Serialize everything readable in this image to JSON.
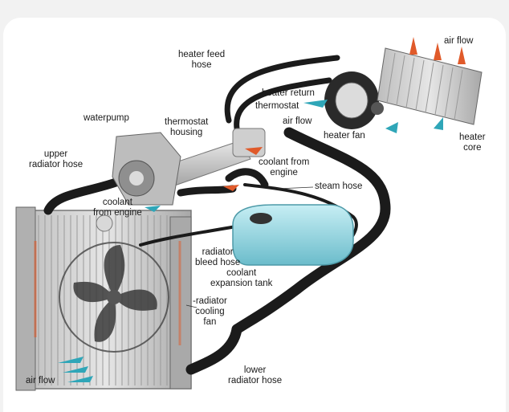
{
  "labels": {
    "air_flow_top": "air flow",
    "heater_feed_hose": "heater feed\nhose",
    "heater_return": "heater return",
    "thermostat": "thermostat",
    "air_flow_mid": "air flow",
    "heater_fan": "heater fan",
    "heater_core": "heater\ncore",
    "waterpump": "waterpump",
    "thermostat_housing": "thermostat\nhousing",
    "upper_radiator_hose": "upper\nradiator hose",
    "coolant_from_engine_right": "coolant from\nengine",
    "steam_hose": "steam hose",
    "coolant_from_engine_left": "coolant\nfrom engine",
    "radiator_bleed_hose": "radiator\nbleed hose",
    "coolant_expansion_tank": "coolant\nexpansion tank",
    "radiator_cooling_fan": "-radiator\ncooling\nfan",
    "lower_radiator_hose": "lower\nradiator hose",
    "air_flow_bottom": "air flow"
  },
  "colors": {
    "hose": "#1b1b1b",
    "radiator": "#c9c9c9",
    "coolant_tank": "#8fd0dc",
    "arrow_hot": "#e05a2a",
    "arrow_cool": "#2fa6b8"
  }
}
